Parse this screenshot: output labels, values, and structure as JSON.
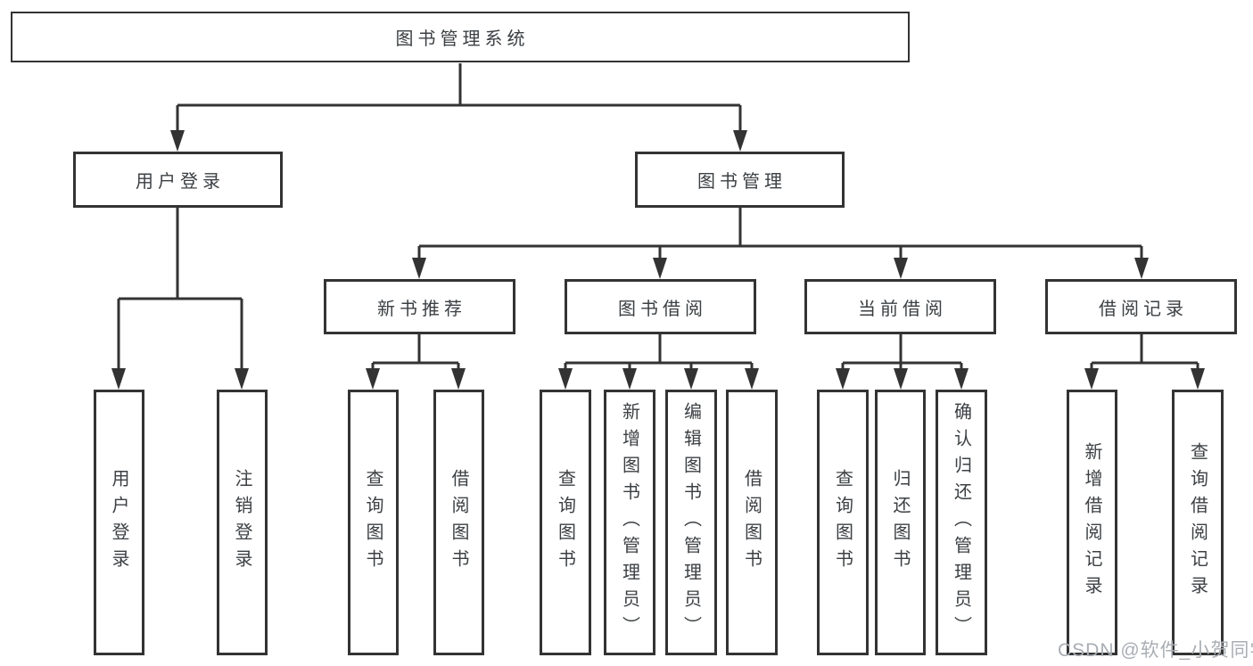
{
  "diagram": {
    "root": {
      "label": "图书管理系统"
    },
    "branches": [
      {
        "label": "用户登录",
        "leaves": [
          {
            "label": "用户登录"
          },
          {
            "label": "注销登录"
          }
        ]
      },
      {
        "label": "图书管理",
        "sections": [
          {
            "label": "新书推荐",
            "leaves": [
              {
                "label": "查询图书"
              },
              {
                "label": "借阅图书"
              }
            ]
          },
          {
            "label": "图书借阅",
            "leaves": [
              {
                "label": "查询图书"
              },
              {
                "label": "新增图书（管理员）"
              },
              {
                "label": "编辑图书（管理员）"
              },
              {
                "label": "借阅图书"
              }
            ]
          },
          {
            "label": "当前借阅",
            "leaves": [
              {
                "label": "查询图书"
              },
              {
                "label": "归还图书"
              },
              {
                "label": "确认归还（管理员）"
              }
            ]
          },
          {
            "label": "借阅记录",
            "leaves": [
              {
                "label": "新增借阅记录"
              },
              {
                "label": "查询借阅记录"
              }
            ]
          }
        ]
      }
    ]
  },
  "watermark": {
    "text": "CSDN @软件_小贺同学"
  },
  "colors": {
    "line": "#333333",
    "text": "#3c4043",
    "box_fill": "#ffffff",
    "watermark": "#a9aeb4",
    "background": "#ffffff"
  }
}
